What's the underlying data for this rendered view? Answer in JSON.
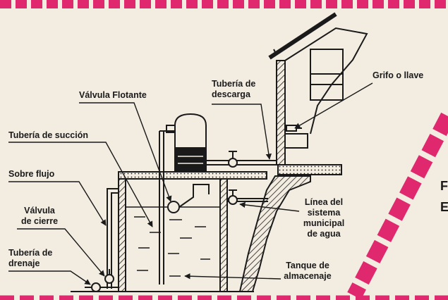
{
  "labels": {
    "valvula_flotante": "Válvula Flotante",
    "tuberia_descarga_l1": "Tubería de",
    "tuberia_descarga_l2": "descarga",
    "grifo": "Grifo o llave",
    "tuberia_succion": "Tubería de succión",
    "sobre_flujo": "Sobre flujo",
    "valvula_cierre_l1": "Válvula",
    "valvula_cierre_l2": "de cierre",
    "tuberia_drenaje_l1": "Tubería de",
    "tuberia_drenaje_l2": "drenaje",
    "linea_l1": "Línea del",
    "linea_l2": "sistema",
    "linea_l3": "municipal",
    "linea_l4": "de agua",
    "tanque_l1": "Tanque de",
    "tanque_l2": "almacenaje"
  },
  "edge_text": {
    "top_letter": "F",
    "bottom_letter": "E"
  },
  "colors": {
    "background": "#f3ece1",
    "accent": "#e0286e",
    "ink": "#1a1a1a"
  }
}
